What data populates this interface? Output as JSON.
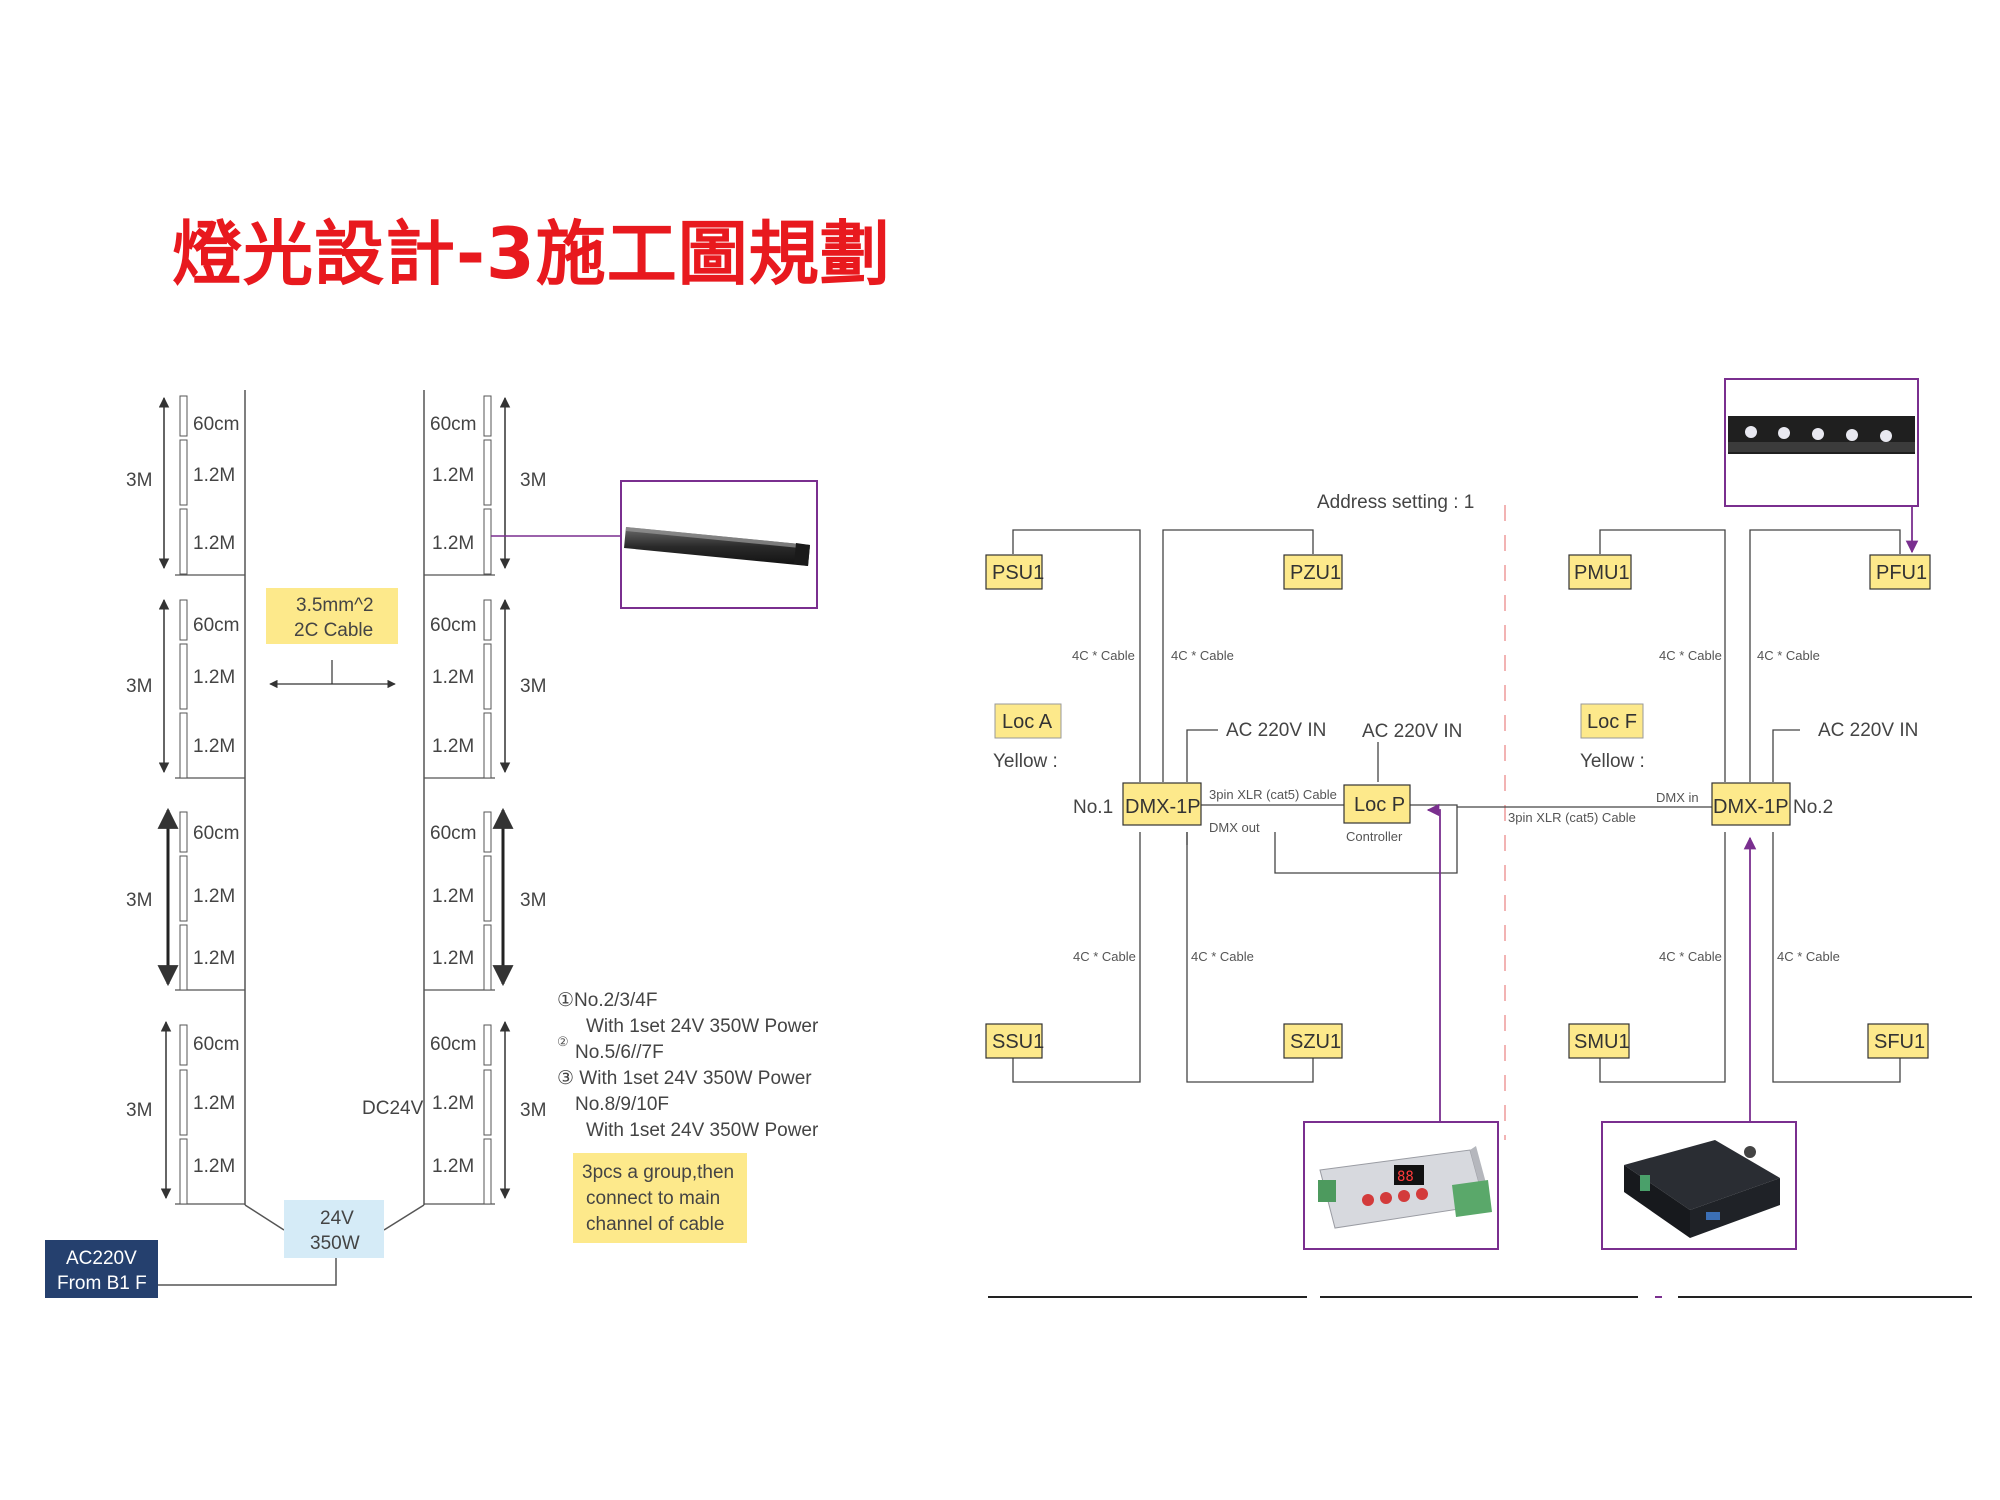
{
  "title": "燈光設計-3施工圖規劃",
  "colors": {
    "title": "#e8191e",
    "yellow_box": "#fde98b",
    "blue_box": "#d5ebf7",
    "dark_box": "#25406e",
    "photo_frame": "#7a2f8f",
    "dashed_divider": "#f2b3b3"
  },
  "left_diagram": {
    "tiers": [
      {
        "segments": [
          "60cm",
          "1.2M",
          "1.2M"
        ],
        "height_label": "3M"
      },
      {
        "segments": [
          "60cm",
          "1.2M",
          "1.2M"
        ],
        "height_label": "3M"
      },
      {
        "segments": [
          "60cm",
          "1.2M",
          "1.2M"
        ],
        "height_label": "3M"
      },
      {
        "segments": [
          "60cm",
          "1.2M",
          "1.2M"
        ],
        "height_label": "3M"
      }
    ],
    "cable_box": {
      "line1": "3.5mm^2",
      "line2": "2C Cable"
    },
    "dc_label": "DC24V",
    "power_box": {
      "line1": "24V",
      "line2": "350W"
    },
    "ac_box": {
      "line1": "AC220V",
      "line2": "From B1 F"
    },
    "notes": [
      "①No.2/3/4F",
      "With 1set 24V 350W Power",
      "②",
      "No.5/6//7F",
      "③  With 1set 24V 350W Power",
      "No.8/9/10F",
      "With 1set 24V 350W Power"
    ],
    "group_note": {
      "line1": "3pcs a group,then",
      "line2": "connect to main",
      "line3": "channel of cable"
    }
  },
  "right_diagram": {
    "address_setting": "Address setting : 1",
    "top_units": [
      "PSU1",
      "PZU1",
      "PMU1",
      "PFU1"
    ],
    "bottom_units": [
      "SSU1",
      "SZU1",
      "SMU1",
      "SFU1"
    ],
    "cable_label": "4C * Cable",
    "ac_in": "AC 220V IN",
    "loc_a": "Loc A",
    "loc_f": "Loc F",
    "yellow_label": "Yellow :",
    "dmx_box": "DMX-1P",
    "no1": "No.1",
    "no2": "No.2",
    "loc_p": "Loc P",
    "xlr_label": "3pin XLR (cat5) Cable",
    "dmx_out": "DMX out",
    "dmx_in": "DMX in",
    "controller": "Controller",
    "controller_display": "88"
  }
}
